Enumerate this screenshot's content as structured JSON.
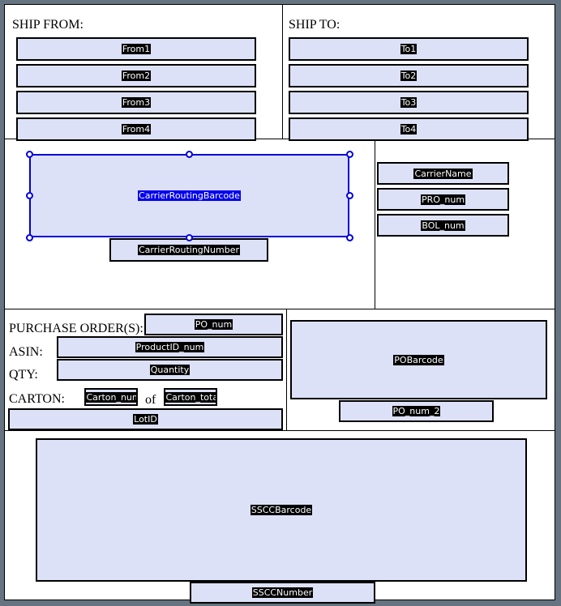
{
  "canvas": {
    "background_color": "#ffffff",
    "outer_background_color": "#667380",
    "field_fill_color": "#dde1f8",
    "field_border_color": "#000000",
    "label_highlight_color": "#000000",
    "selection_color": "#0000d8",
    "selection_highlight_color": "#0000ee"
  },
  "ship_from": {
    "caption": "SHIP FROM:",
    "fields": [
      {
        "label": "From1"
      },
      {
        "label": "From2"
      },
      {
        "label": "From3"
      },
      {
        "label": "From4"
      }
    ]
  },
  "ship_to": {
    "caption": "SHIP TO:",
    "fields": [
      {
        "label": "To1"
      },
      {
        "label": "To2"
      },
      {
        "label": "To3"
      },
      {
        "label": "To4"
      }
    ]
  },
  "carrier_routing": {
    "barcode": {
      "label": "CarrierRoutingBarcode",
      "selected": true
    },
    "number": {
      "label": "CarrierRoutingNumber"
    }
  },
  "carrier_info": {
    "fields": [
      {
        "label": "CarrierName"
      },
      {
        "label": "PRO_num"
      },
      {
        "label": "BOL_num"
      }
    ]
  },
  "purchase_order": {
    "captions": {
      "purchase_orders": "PURCHASE ORDER(S):",
      "asin": "ASIN:",
      "qty": "QTY:",
      "carton": "CARTON:",
      "of": "of"
    },
    "fields": {
      "po_num": "PO_num",
      "product_id": "ProductID_num",
      "quantity": "Quantity",
      "carton_num": "Carton_number",
      "carton_total": "Carton_total",
      "lot_id": "LotID"
    }
  },
  "po_barcode": {
    "barcode": {
      "label": "POBarcode"
    },
    "number": {
      "label": "PO_num_2"
    }
  },
  "sscc": {
    "barcode": {
      "label": "SSCCBarcode"
    },
    "number": {
      "label": "SSCCNumber"
    }
  }
}
